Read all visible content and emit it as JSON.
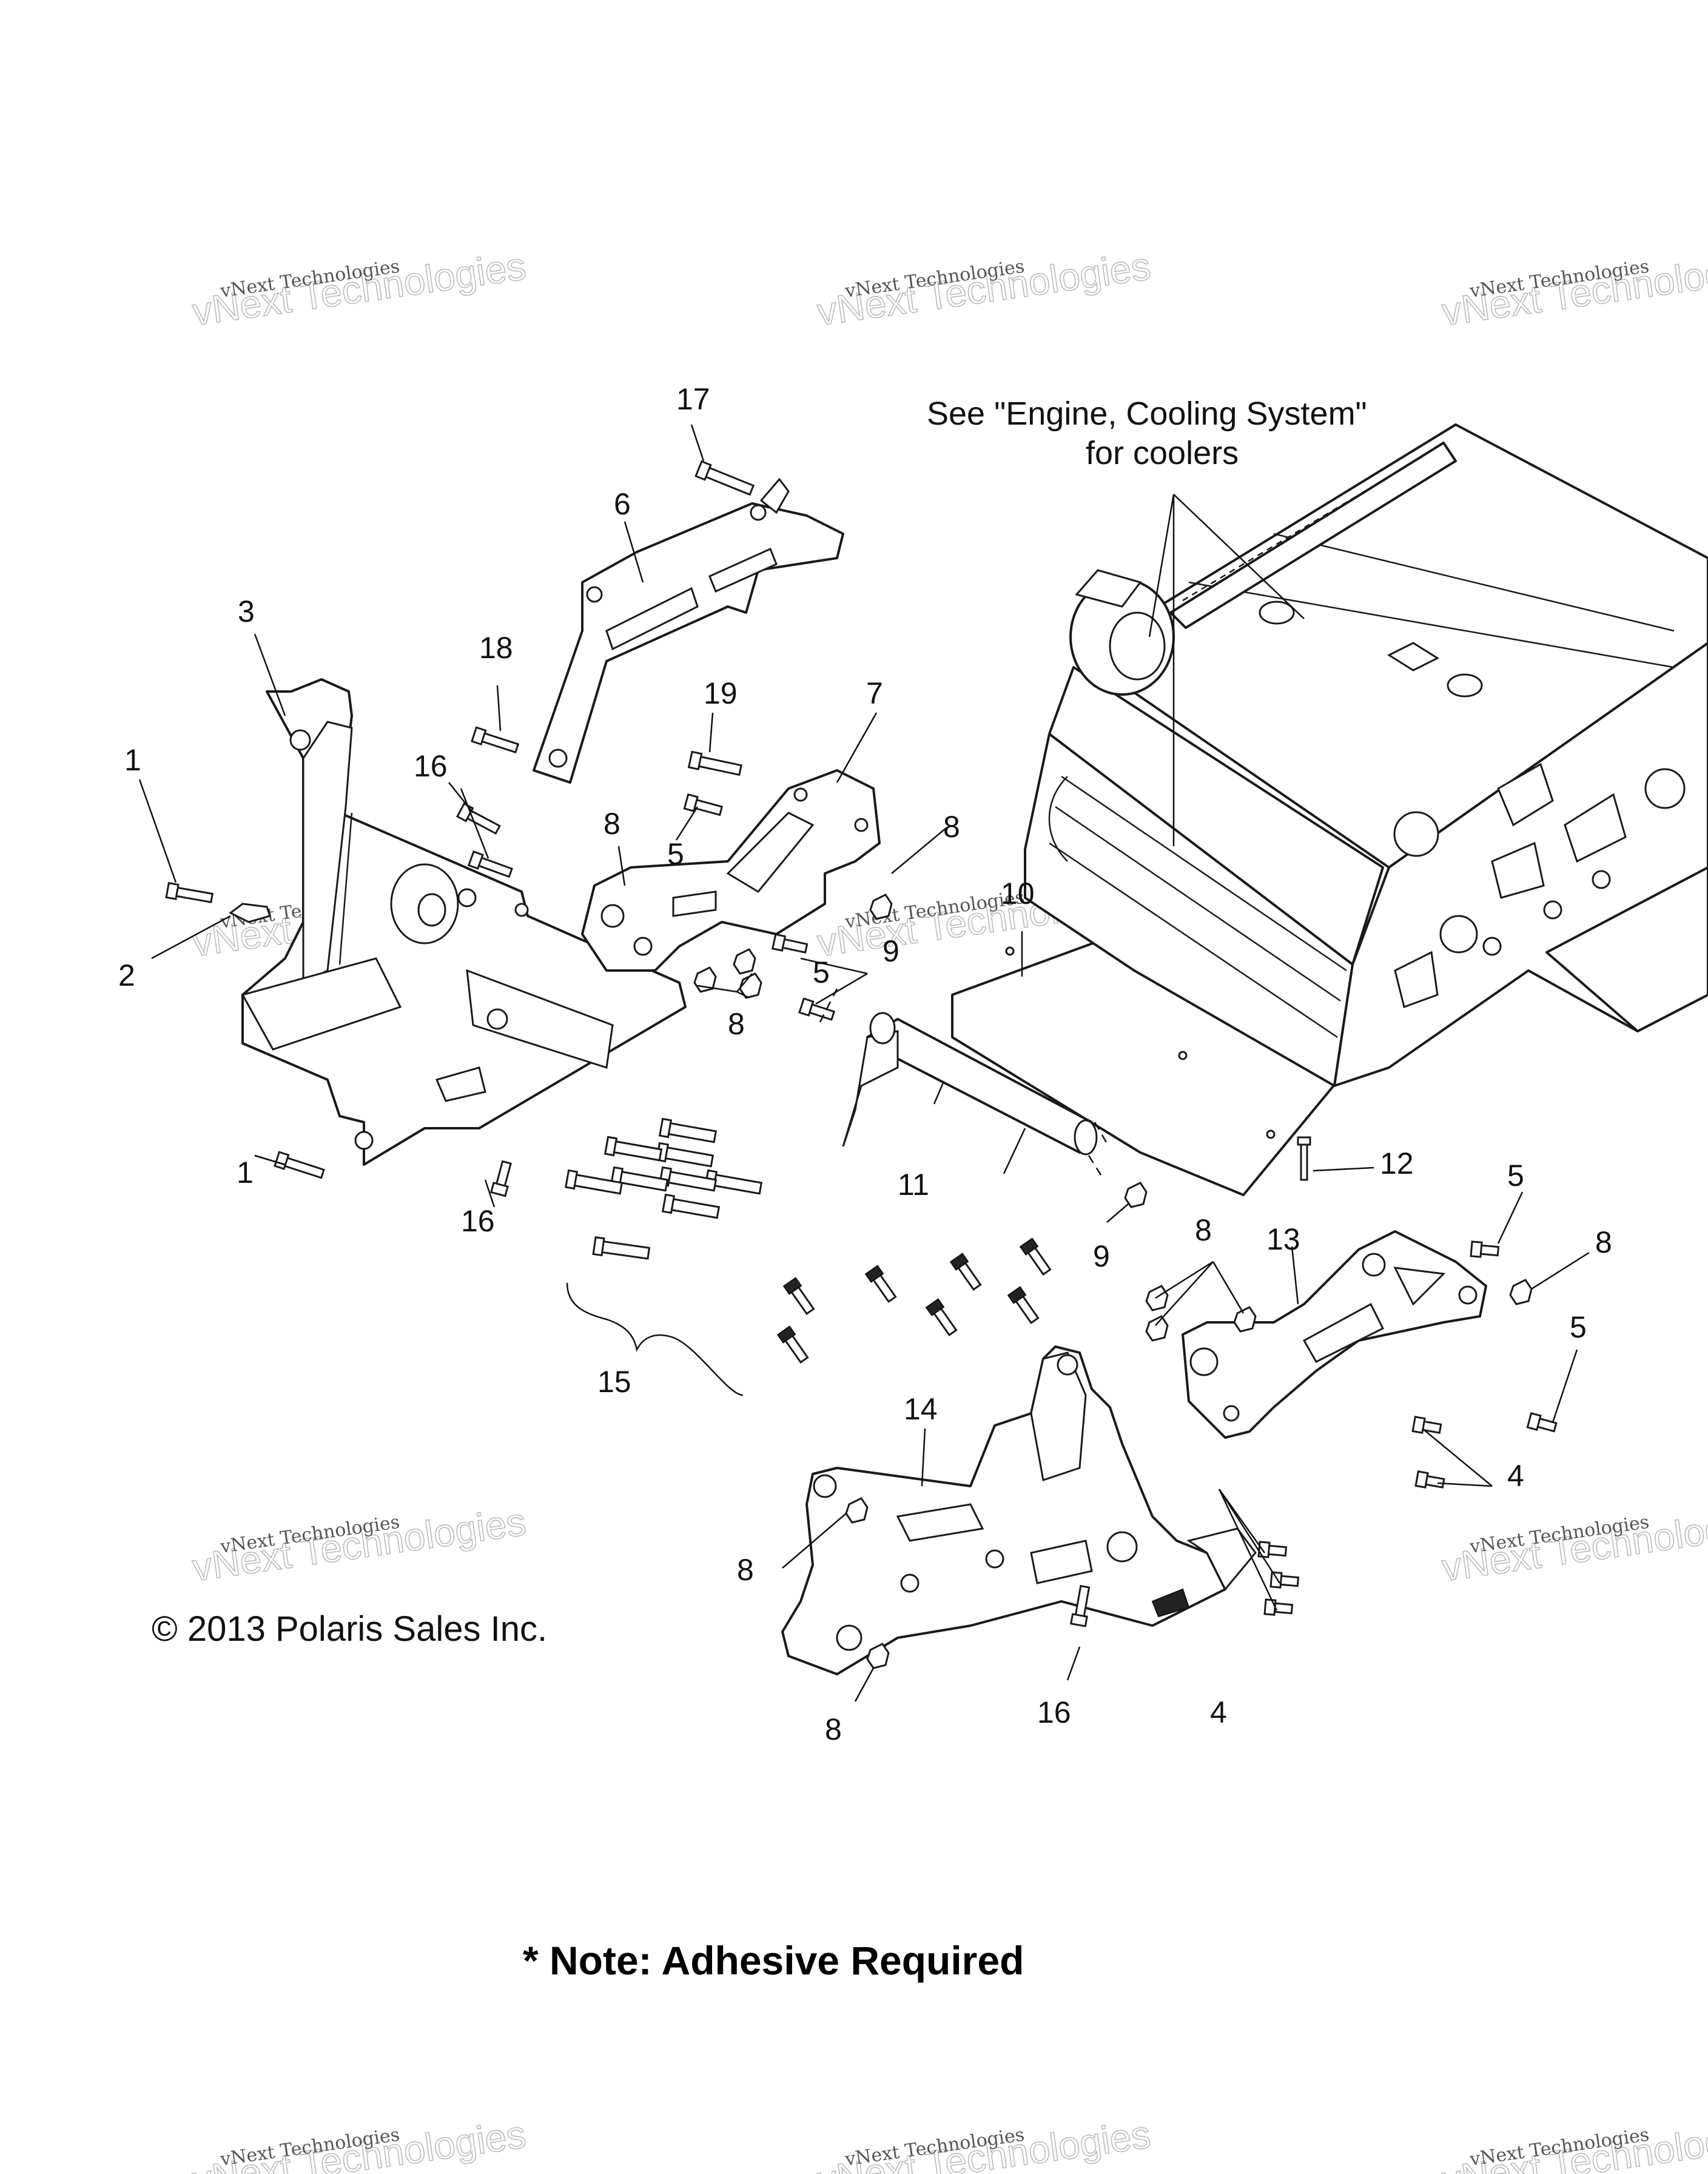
{
  "notes": {
    "engine_ref_line1": "See \"Engine, Cooling System\"",
    "engine_ref_line2": "for coolers",
    "copyright": "© 2013 Polaris Sales Inc.",
    "adhesive": "* Note: Adhesive Required"
  },
  "watermark": {
    "line1": "vNext Technologies",
    "line2": "vNext Technologies"
  },
  "callouts": {
    "c1a": "1",
    "c1b": "1",
    "c2": "2",
    "c3": "3",
    "c4a": "4",
    "c4b": "4",
    "c5a": "5",
    "c5b": "5",
    "c5c": "5",
    "c5d": "5",
    "c6": "6",
    "c7": "7",
    "c8a": "8",
    "c8b": "8",
    "c8c": "8",
    "c8d": "8",
    "c8e": "8",
    "c8f": "8",
    "c8g": "8",
    "c9a": "9",
    "c9b": "9",
    "c10": "10",
    "c11": "11",
    "c12": "12",
    "c13": "13",
    "c14": "14",
    "c15": "15",
    "c16a": "16",
    "c16b": "16",
    "c16c": "16",
    "c17": "17",
    "c18": "18",
    "c19": "19"
  }
}
